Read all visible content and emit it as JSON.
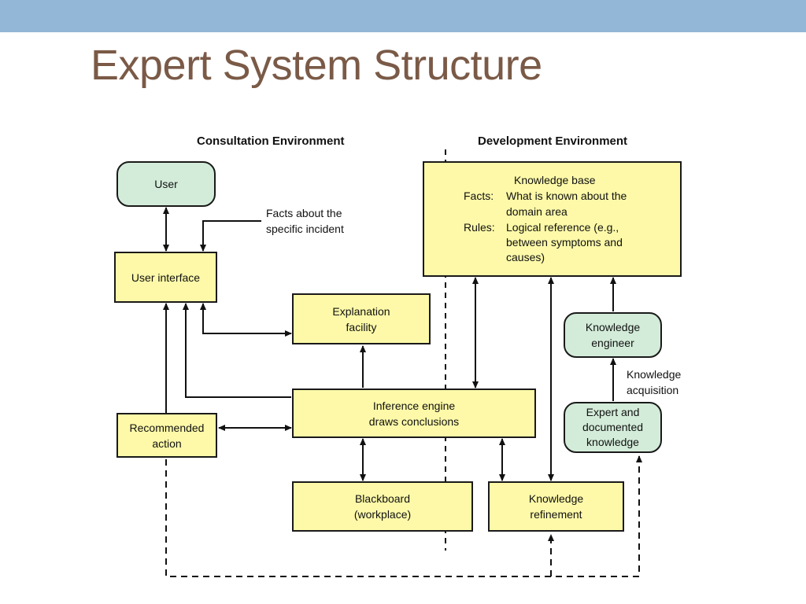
{
  "slide": {
    "title": "Expert System Structure"
  },
  "headings": {
    "consultation": "Consultation Environment",
    "development": "Development Environment"
  },
  "nodes": {
    "user": "User",
    "user_interface": "User interface",
    "explanation": [
      "Explanation",
      "facility"
    ],
    "inference": [
      "Inference engine",
      "draws conclusions"
    ],
    "recommended": [
      "Recommended",
      "action"
    ],
    "blackboard": [
      "Blackboard",
      "(workplace)"
    ],
    "refinement": [
      "Knowledge",
      "refinement"
    ],
    "engineer": [
      "Knowledge",
      "engineer"
    ],
    "expert": [
      "Expert and",
      "documented",
      "knowledge"
    ],
    "knowledge_base": {
      "title": "Knowledge base",
      "facts_label": "Facts:",
      "facts_text": [
        "What is known about the",
        "domain area"
      ],
      "rules_label": "Rules:",
      "rules_text": [
        "Logical reference (e.g.,",
        "between symptoms and",
        "causes)"
      ]
    }
  },
  "annotations": {
    "facts_incident": [
      "Facts about the",
      "specific incident"
    ],
    "acquisition": [
      "Knowledge",
      "acquisition"
    ]
  },
  "colors": {
    "box_fill": "#fdf9a8",
    "pill_fill": "#d3ecd9",
    "title": "#7a5a47",
    "band": "#93b7d6"
  }
}
